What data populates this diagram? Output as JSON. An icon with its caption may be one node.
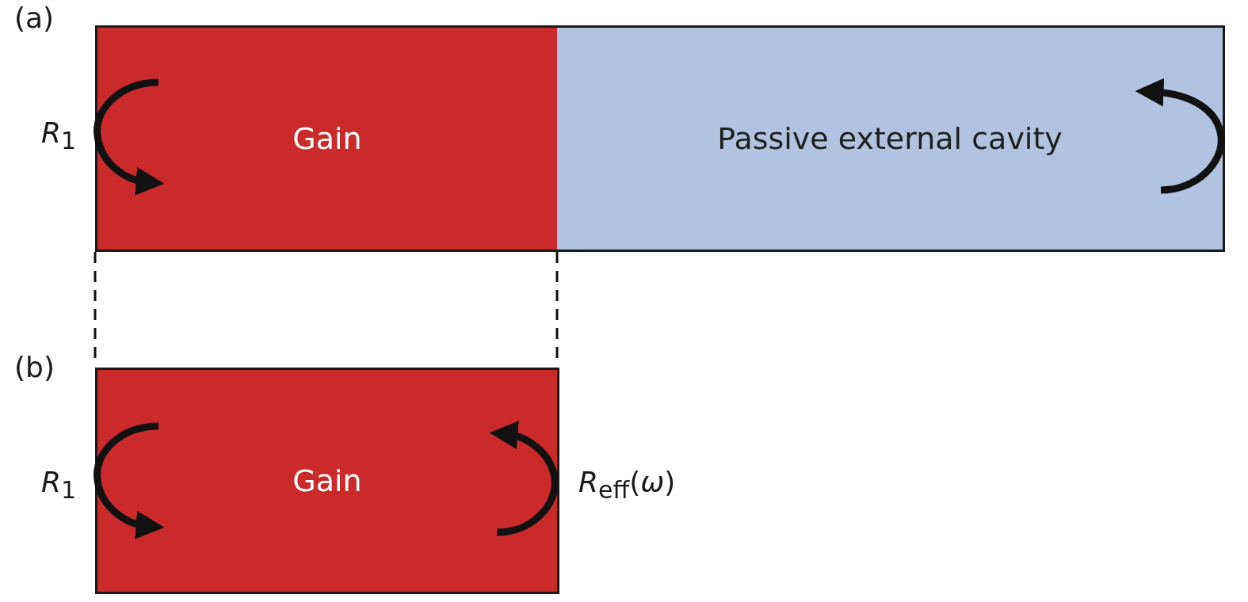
{
  "diagram": {
    "nodes": [
      {
        "text": [
          "Gain"
        ]
      },
      {
        "text": [
          "Passive external cavity"
        ]
      },
      {
        "text": [
          "Gain"
        ]
      }
    ],
    "labels": [
      "(a)",
      "*R*$_{1}$",
      "(b)",
      "*R*$_{1}$",
      "*R*$_{eff}$(*ω*)"
    ]
  }
}
